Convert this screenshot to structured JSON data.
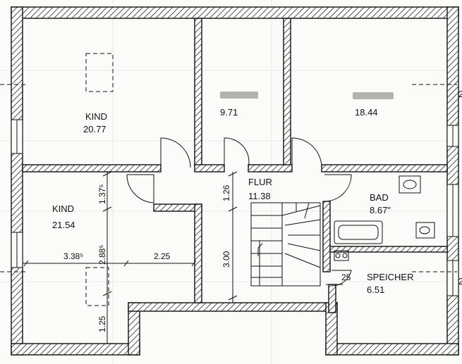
{
  "rooms": {
    "kind_top": {
      "name": "KIND",
      "area": "20.77"
    },
    "speicher_1": {
      "area": "9.71"
    },
    "speicher_2": {
      "area": "18.44"
    },
    "kind_left": {
      "name": "KIND",
      "area": "21.54"
    },
    "flur": {
      "name": "FLUR",
      "area": "11.38"
    },
    "bad": {
      "name": "BAD",
      "area": "8.67\""
    },
    "speicher_3": {
      "name": "SPEICHER",
      "area": "6.51"
    }
  },
  "dimensions": {
    "d_137": "1.37⁵",
    "d_126": "1.26",
    "d_338": "3.38⁵",
    "d_288": "2.88⁵",
    "d_225": "2.25",
    "d_300": "3.00",
    "d_125": "1.25",
    "d_25": "25"
  },
  "section_markers": {
    "right_top": "2",
    "right_bottom": "2"
  }
}
